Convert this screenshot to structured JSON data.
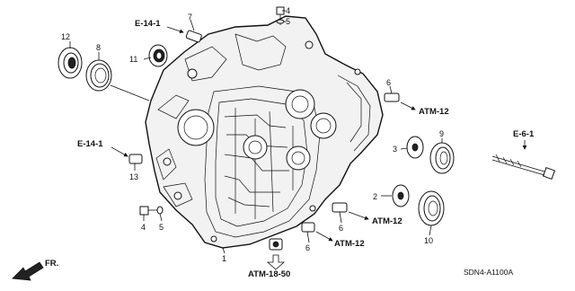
{
  "diagram": {
    "callouts": {
      "c1": "1",
      "c2": "2",
      "c3": "3",
      "c4a": "4",
      "c4b": "4",
      "c5a": "5",
      "c5b": "5",
      "c6a": "6",
      "c6b": "6",
      "c6c": "6",
      "c7": "7",
      "c8": "8",
      "c9": "9",
      "c10": "10",
      "c11": "11",
      "c12": "12",
      "c13": "13"
    },
    "references": {
      "e141_top": "E-14-1",
      "e141_left": "E-14-1",
      "e61": "E-6-1",
      "atm12_a": "ATM-12",
      "atm12_b": "ATM-12",
      "atm12_c": "ATM-12",
      "atm1850": "ATM-18-50"
    },
    "direction_label": "FR.",
    "drawing_code": "SDN4-A1100A"
  }
}
